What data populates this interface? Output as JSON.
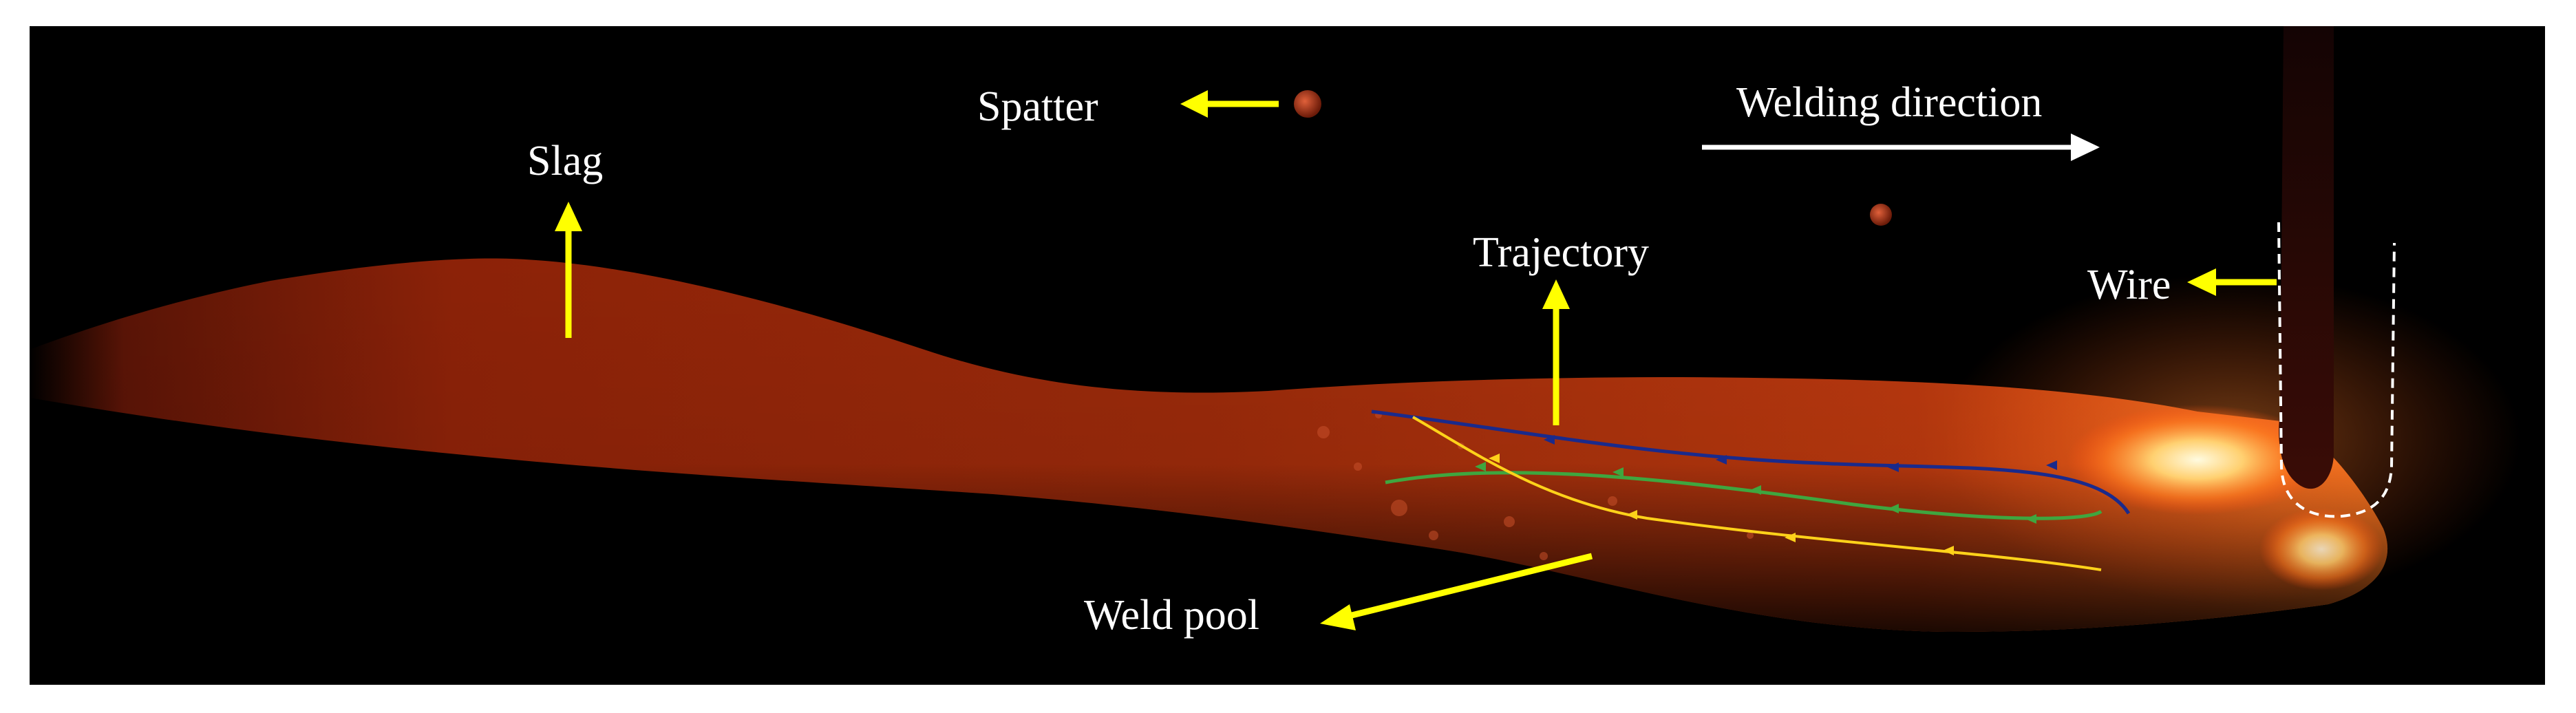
{
  "labels": {
    "spatter": "Spatter",
    "slag": "Slag",
    "welding_direction": "Welding direction",
    "trajectory": "Trajectory",
    "wire": "Wire",
    "weld_pool": "Weld pool"
  },
  "colors": {
    "background": "#000000",
    "frame_border": "#ffffff",
    "annotation_arrow": "#ffff00",
    "direction_arrow": "#ffffff",
    "trajectory_blue": "#1a2a8c",
    "trajectory_green": "#3fa63f",
    "trajectory_yellow": "#ffd21a",
    "molten_metal": "#a82a0a",
    "arc_glow": "#fff6c0"
  },
  "icons": {
    "arrow": "yellow-arrow-icon",
    "direction": "white-direction-arrow-icon"
  }
}
